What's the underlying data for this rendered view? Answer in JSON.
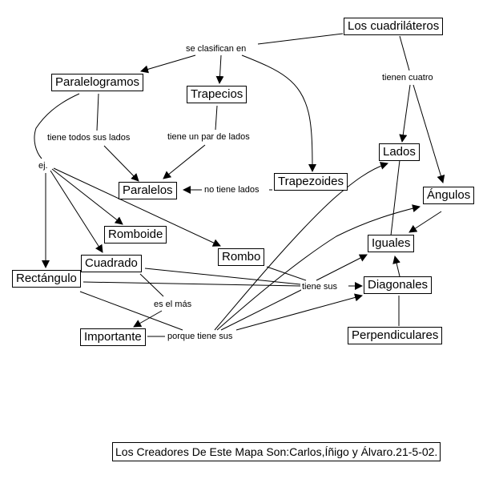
{
  "concepts": {
    "cuadrilateros": "Los cuadriláteros",
    "paralelogramos": "Paralelogramos",
    "trapecios": "Trapecios",
    "trapezoides": "Trapezoides",
    "paralelos": "Paralelos",
    "lados": "Lados",
    "angulos": "Ángulos",
    "iguales": "Iguales",
    "romboide": "Romboide",
    "rombo": "Rombo",
    "cuadrado": "Cuadrado",
    "rectangulo": "Rectángulo",
    "diagonales": "Diagonales",
    "perpendiculares": "Perpendiculares",
    "importante": "Importante"
  },
  "linking_phrases": {
    "se_clasifican_en": "se clasifican en",
    "tienen_cuatro": "tienen cuatro",
    "tiene_todos_sus_lados": "tiene todos sus lados",
    "tiene_un_par_de_lados": "tiene un par de lados",
    "no_tiene_lados": "no tiene lados",
    "ej": "ej.",
    "tiene_sus": "tiene sus",
    "es_el_mas": "es el más",
    "porque_tiene_sus": "porque tiene sus"
  },
  "credit": "Los Creadores De Este Mapa Son:Carlos,Íñigo y Álvaro.21-5-02."
}
